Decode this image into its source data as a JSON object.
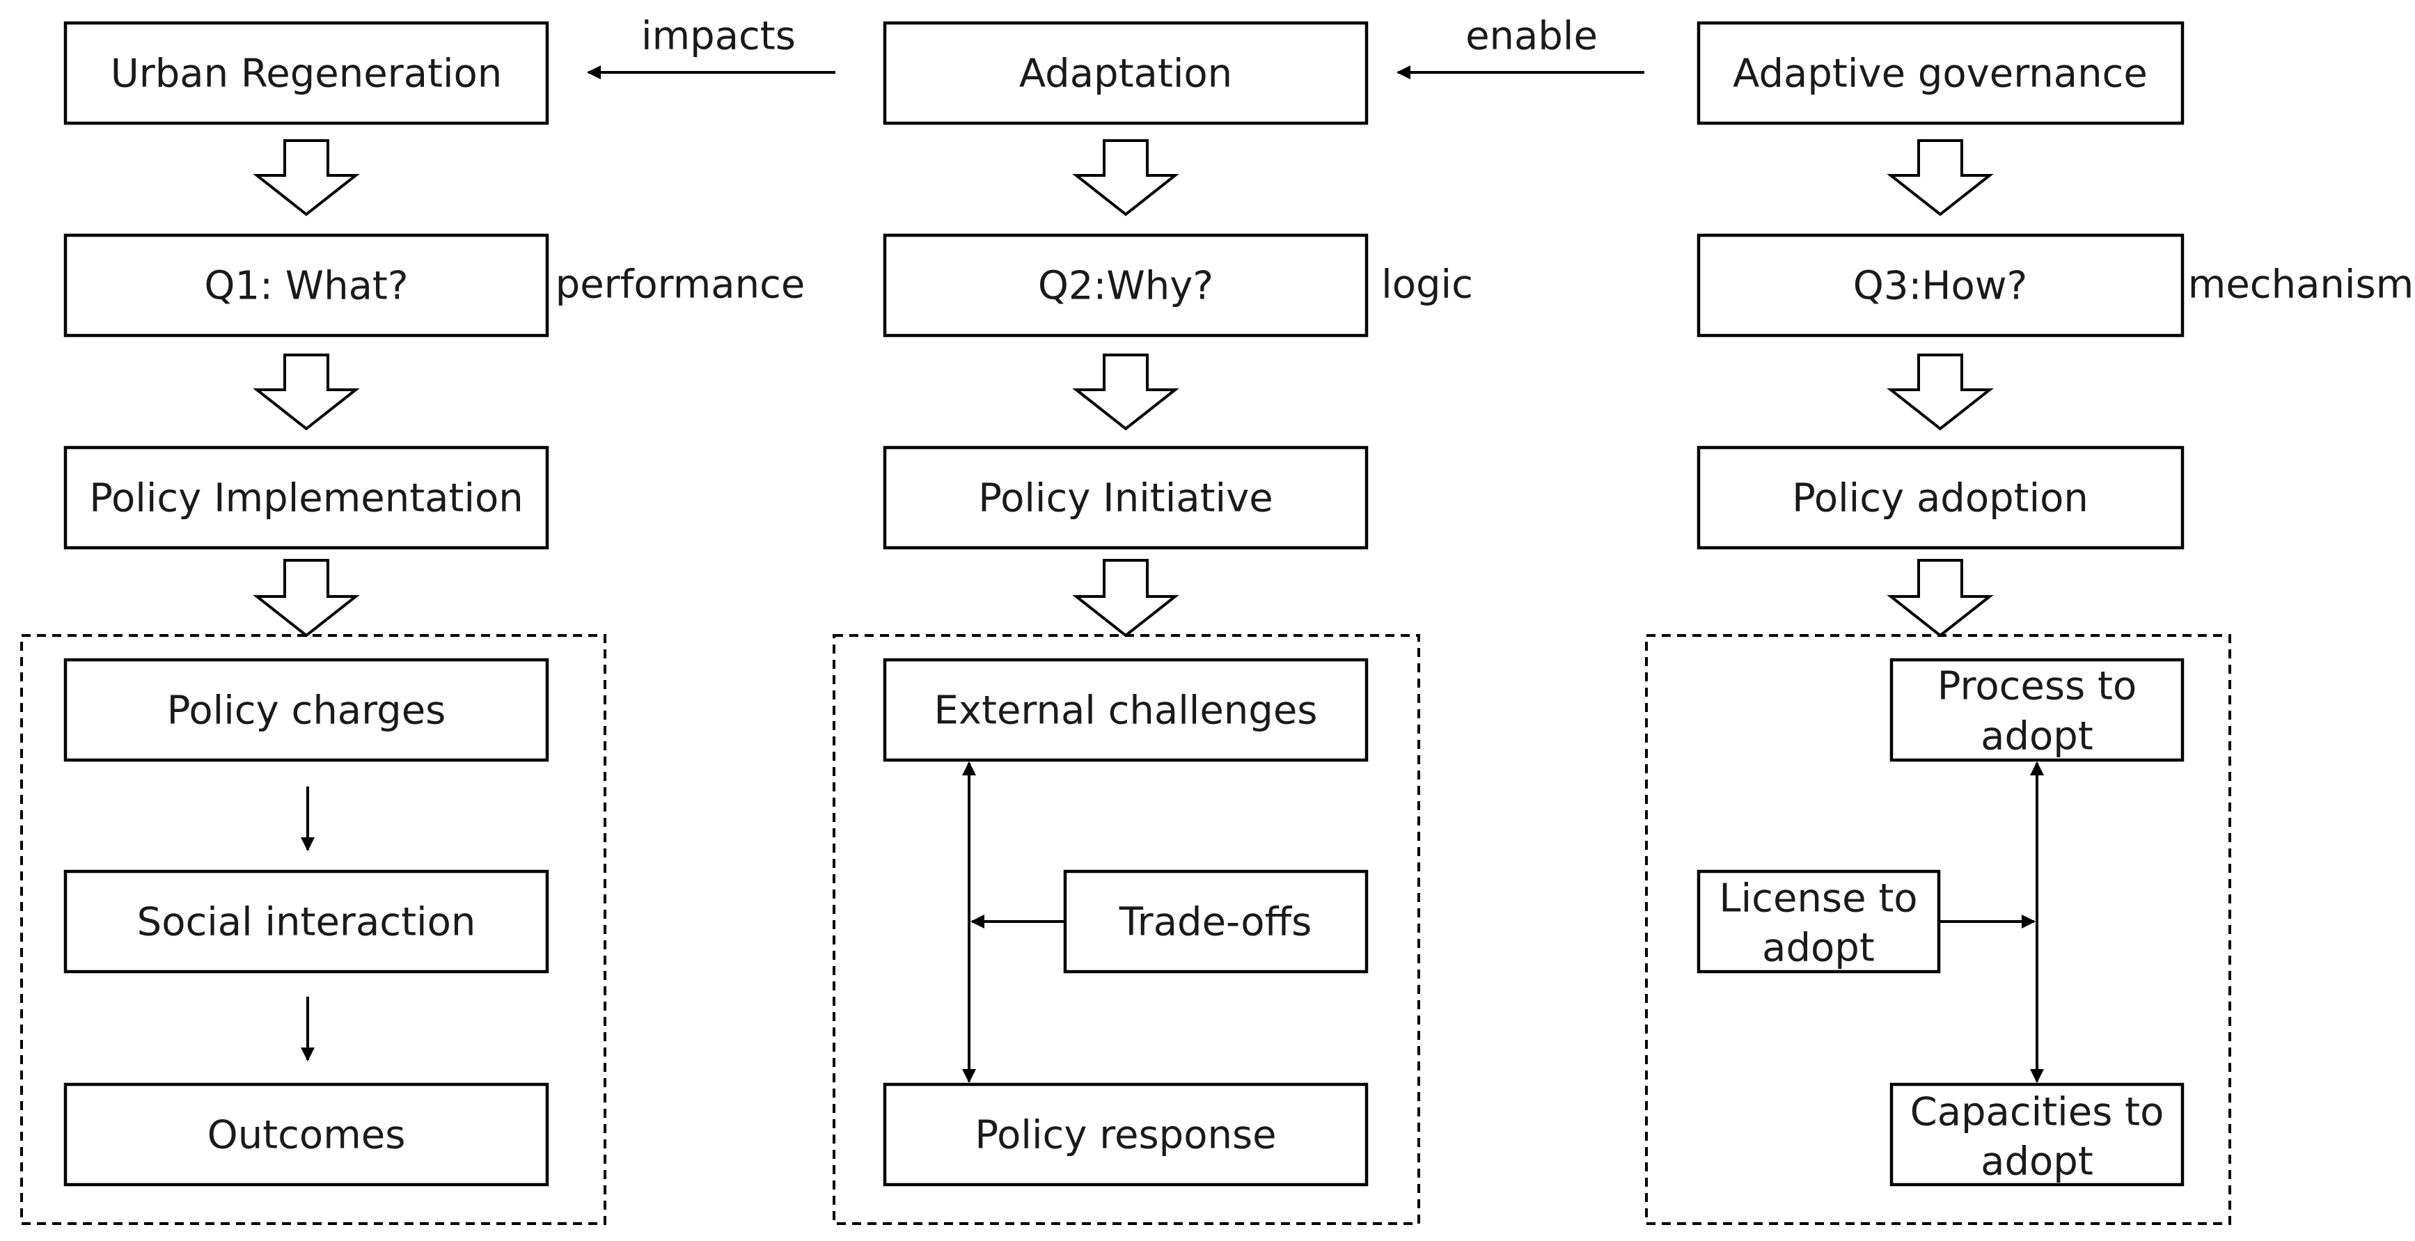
{
  "top_row": {
    "urban_regeneration": "Urban Regeneration",
    "adaptation": "Adaptation",
    "adaptive_governance": "Adaptive governance",
    "impacts_label": "impacts",
    "enable_label": "enable"
  },
  "questions": {
    "q1": "Q1: What?",
    "q2": "Q2:Why?",
    "q3": "Q3:How?",
    "q1_tag": "performance",
    "q2_tag": "logic",
    "q3_tag": "mechanism"
  },
  "policy": {
    "implementation": "Policy Implementation",
    "initiative": "Policy Initiative",
    "adoption": "Policy adoption"
  },
  "panel_left": {
    "charges": "Policy charges",
    "social": "Social interaction",
    "outcomes": "Outcomes"
  },
  "panel_middle": {
    "external": "External challenges",
    "tradeoffs": "Trade-offs",
    "response": "Policy response"
  },
  "panel_right": {
    "process_line1": "Process to",
    "process_line2": "adopt",
    "license_line1": "License to",
    "license_line2": "adopt",
    "capacities_line1": "Capacities to",
    "capacities_line2": "adopt"
  }
}
